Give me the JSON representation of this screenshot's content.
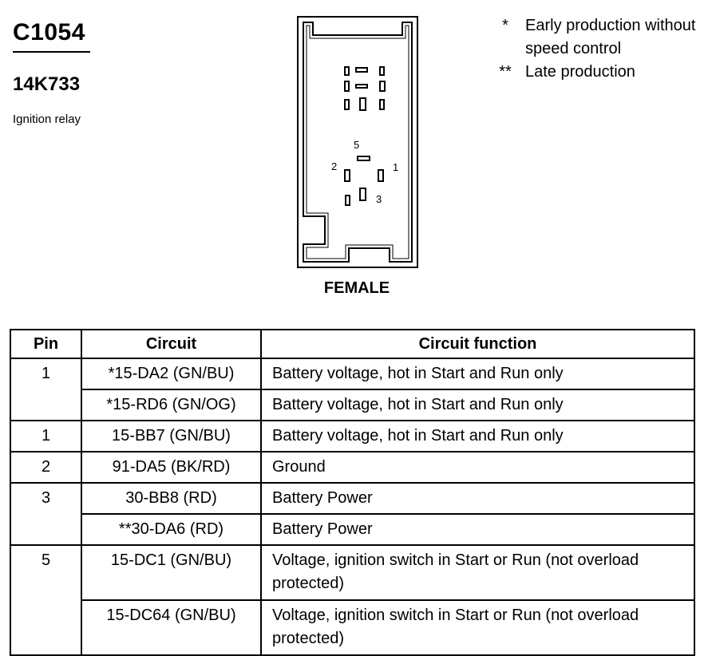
{
  "header": {
    "code": "C1054",
    "part_number": "14K733",
    "description": "Ignition relay"
  },
  "notes": [
    {
      "mark": "*",
      "text": "Early production without speed control"
    },
    {
      "mark": "**",
      "text": "Late production"
    }
  ],
  "connector": {
    "view_label": "FEMALE",
    "pin_labels": {
      "p1": "1",
      "p2": "2",
      "p3": "3",
      "p5": "5"
    }
  },
  "table": {
    "headers": {
      "pin": "Pin",
      "circuit": "Circuit",
      "function": "Circuit function"
    },
    "rows": [
      {
        "pin": "1",
        "circuit": "*15-DA2 (GN/BU)",
        "function": "Battery voltage, hot in Start and Run only"
      },
      {
        "pin": "",
        "circuit": "*15-RD6 (GN/OG)",
        "function": "Battery voltage, hot in Start and Run only"
      },
      {
        "pin": "1",
        "circuit": "15-BB7 (GN/BU)",
        "function": "Battery voltage, hot in Start and Run only"
      },
      {
        "pin": "2",
        "circuit": "91-DA5 (BK/RD)",
        "function": "Ground"
      },
      {
        "pin": "3",
        "circuit": "30-BB8 (RD)",
        "function": "Battery Power"
      },
      {
        "pin": "",
        "circuit": "**30-DA6 (RD)",
        "function": "Battery Power"
      },
      {
        "pin": "5",
        "circuit": "15-DC1 (GN/BU)",
        "function": "Voltage, ignition switch in Start or Run (not overload protected)"
      },
      {
        "pin": "",
        "circuit": "15-DC64 (GN/BU)",
        "function": "Voltage, ignition switch in Start or Run (not overload protected)"
      }
    ]
  }
}
